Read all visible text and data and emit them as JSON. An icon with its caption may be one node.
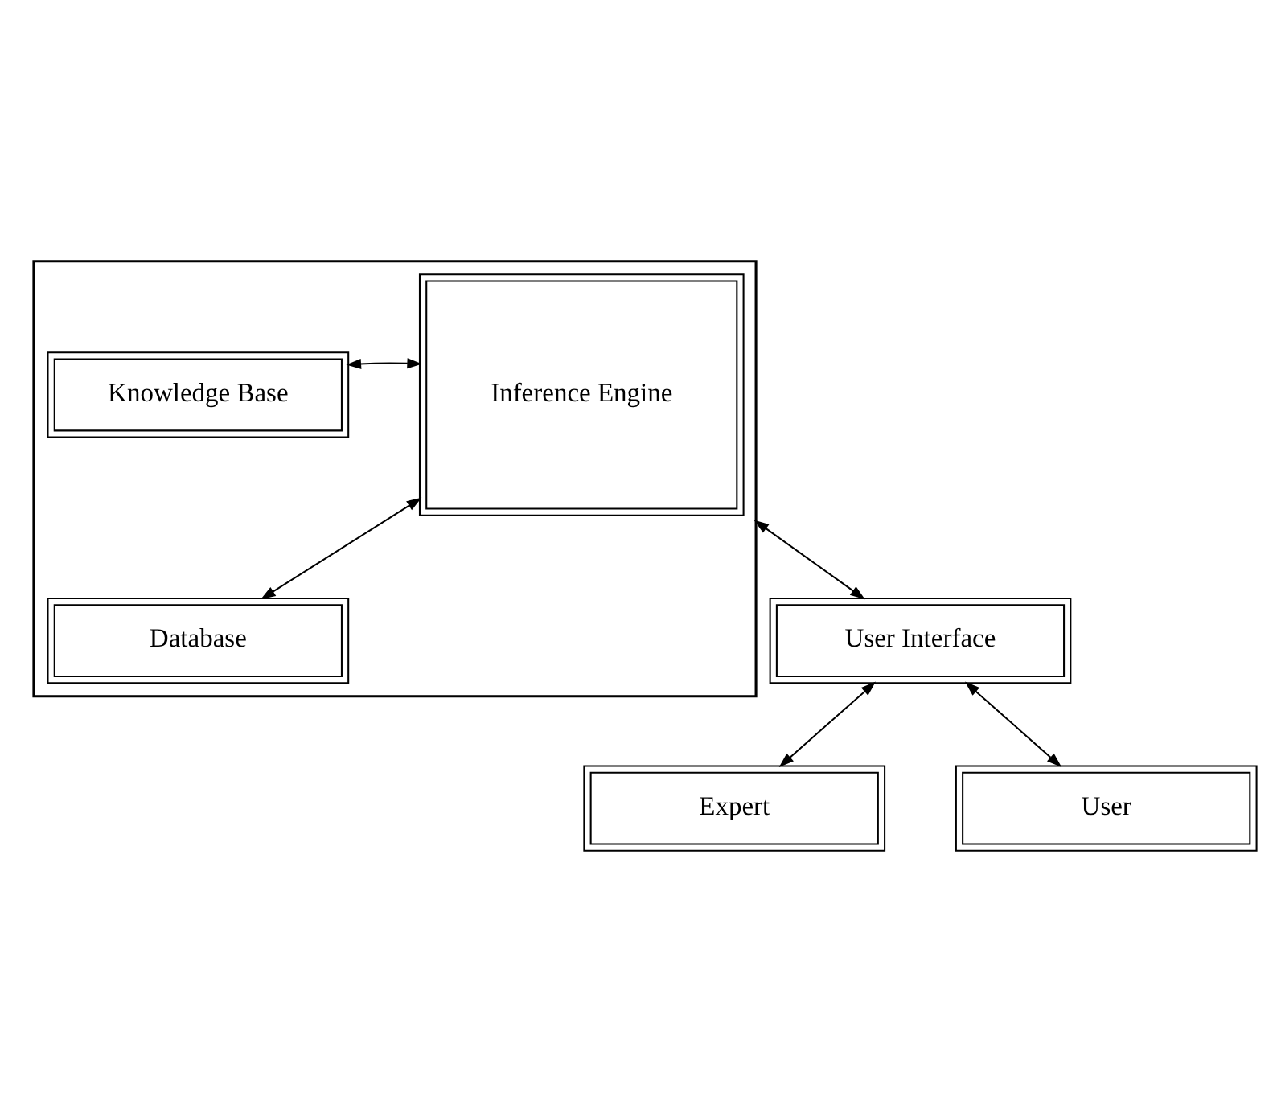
{
  "diagram": {
    "nodes": [
      {
        "text": [],
        "shape": "box"
      },
      {
        "text": [
          "Inference Engine"
        ],
        "in": 0
      },
      {
        "text": [
          "Knowledge Base"
        ],
        "in": 0
      },
      {
        "text": [
          "Database"
        ],
        "in": 0
      },
      {
        "text": [
          "User Interface"
        ]
      },
      {
        "text": [
          "Expert"
        ]
      },
      {
        "text": [
          "User"
        ]
      }
    ],
    "edges": [
      {
        "from": 1,
        "to": 2,
        "arrow": "both"
      },
      {
        "from": 1,
        "to": 3,
        "arrow": "both"
      },
      {
        "from": 0,
        "to": 4,
        "arrow": "both"
      },
      {
        "from": 4,
        "to": 5,
        "arrow": "both"
      },
      {
        "from": 4,
        "to": 6,
        "arrow": "both"
      }
    ]
  }
}
